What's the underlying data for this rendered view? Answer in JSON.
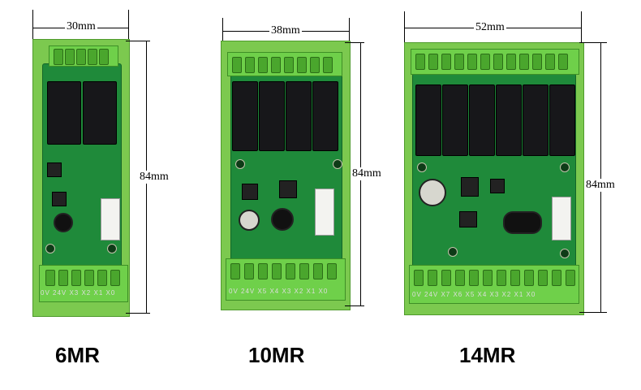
{
  "boards": [
    {
      "label": "6MR",
      "width_label": "30mm",
      "height_label": "84mm",
      "pins_text": "0V 24V X3 X2 X1 X0"
    },
    {
      "label": "10MR",
      "width_label": "38mm",
      "height_label": "84mm",
      "pins_text": "0V 24V X5 X4 X3 X2 X1 X0"
    },
    {
      "label": "14MR",
      "width_label": "52mm",
      "height_label": "84mm",
      "pins_text": "0V 24V X7 X6 X5 X4 X3 X2 X1 X0"
    }
  ]
}
